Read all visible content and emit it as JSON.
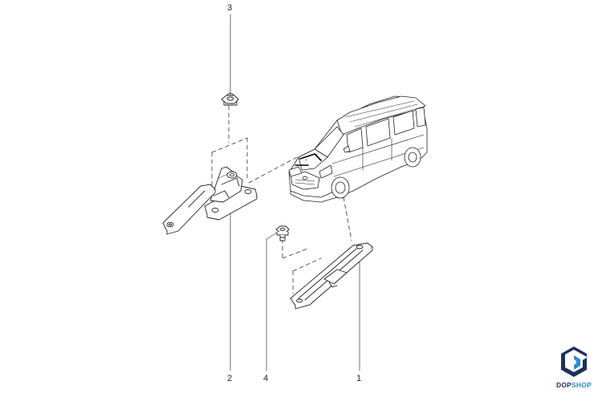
{
  "callouts": {
    "c1": "1",
    "c2": "2",
    "c3": "3",
    "c4": "4"
  },
  "logo": {
    "part1": "DOP",
    "part2": "SHOP",
    "colors": {
      "dark": "#1f2f5a",
      "accent": "#2f8ad0"
    }
  },
  "parts": {
    "p1": "bracket",
    "p2": "hinge",
    "p3": "nut",
    "p4": "bolt"
  }
}
